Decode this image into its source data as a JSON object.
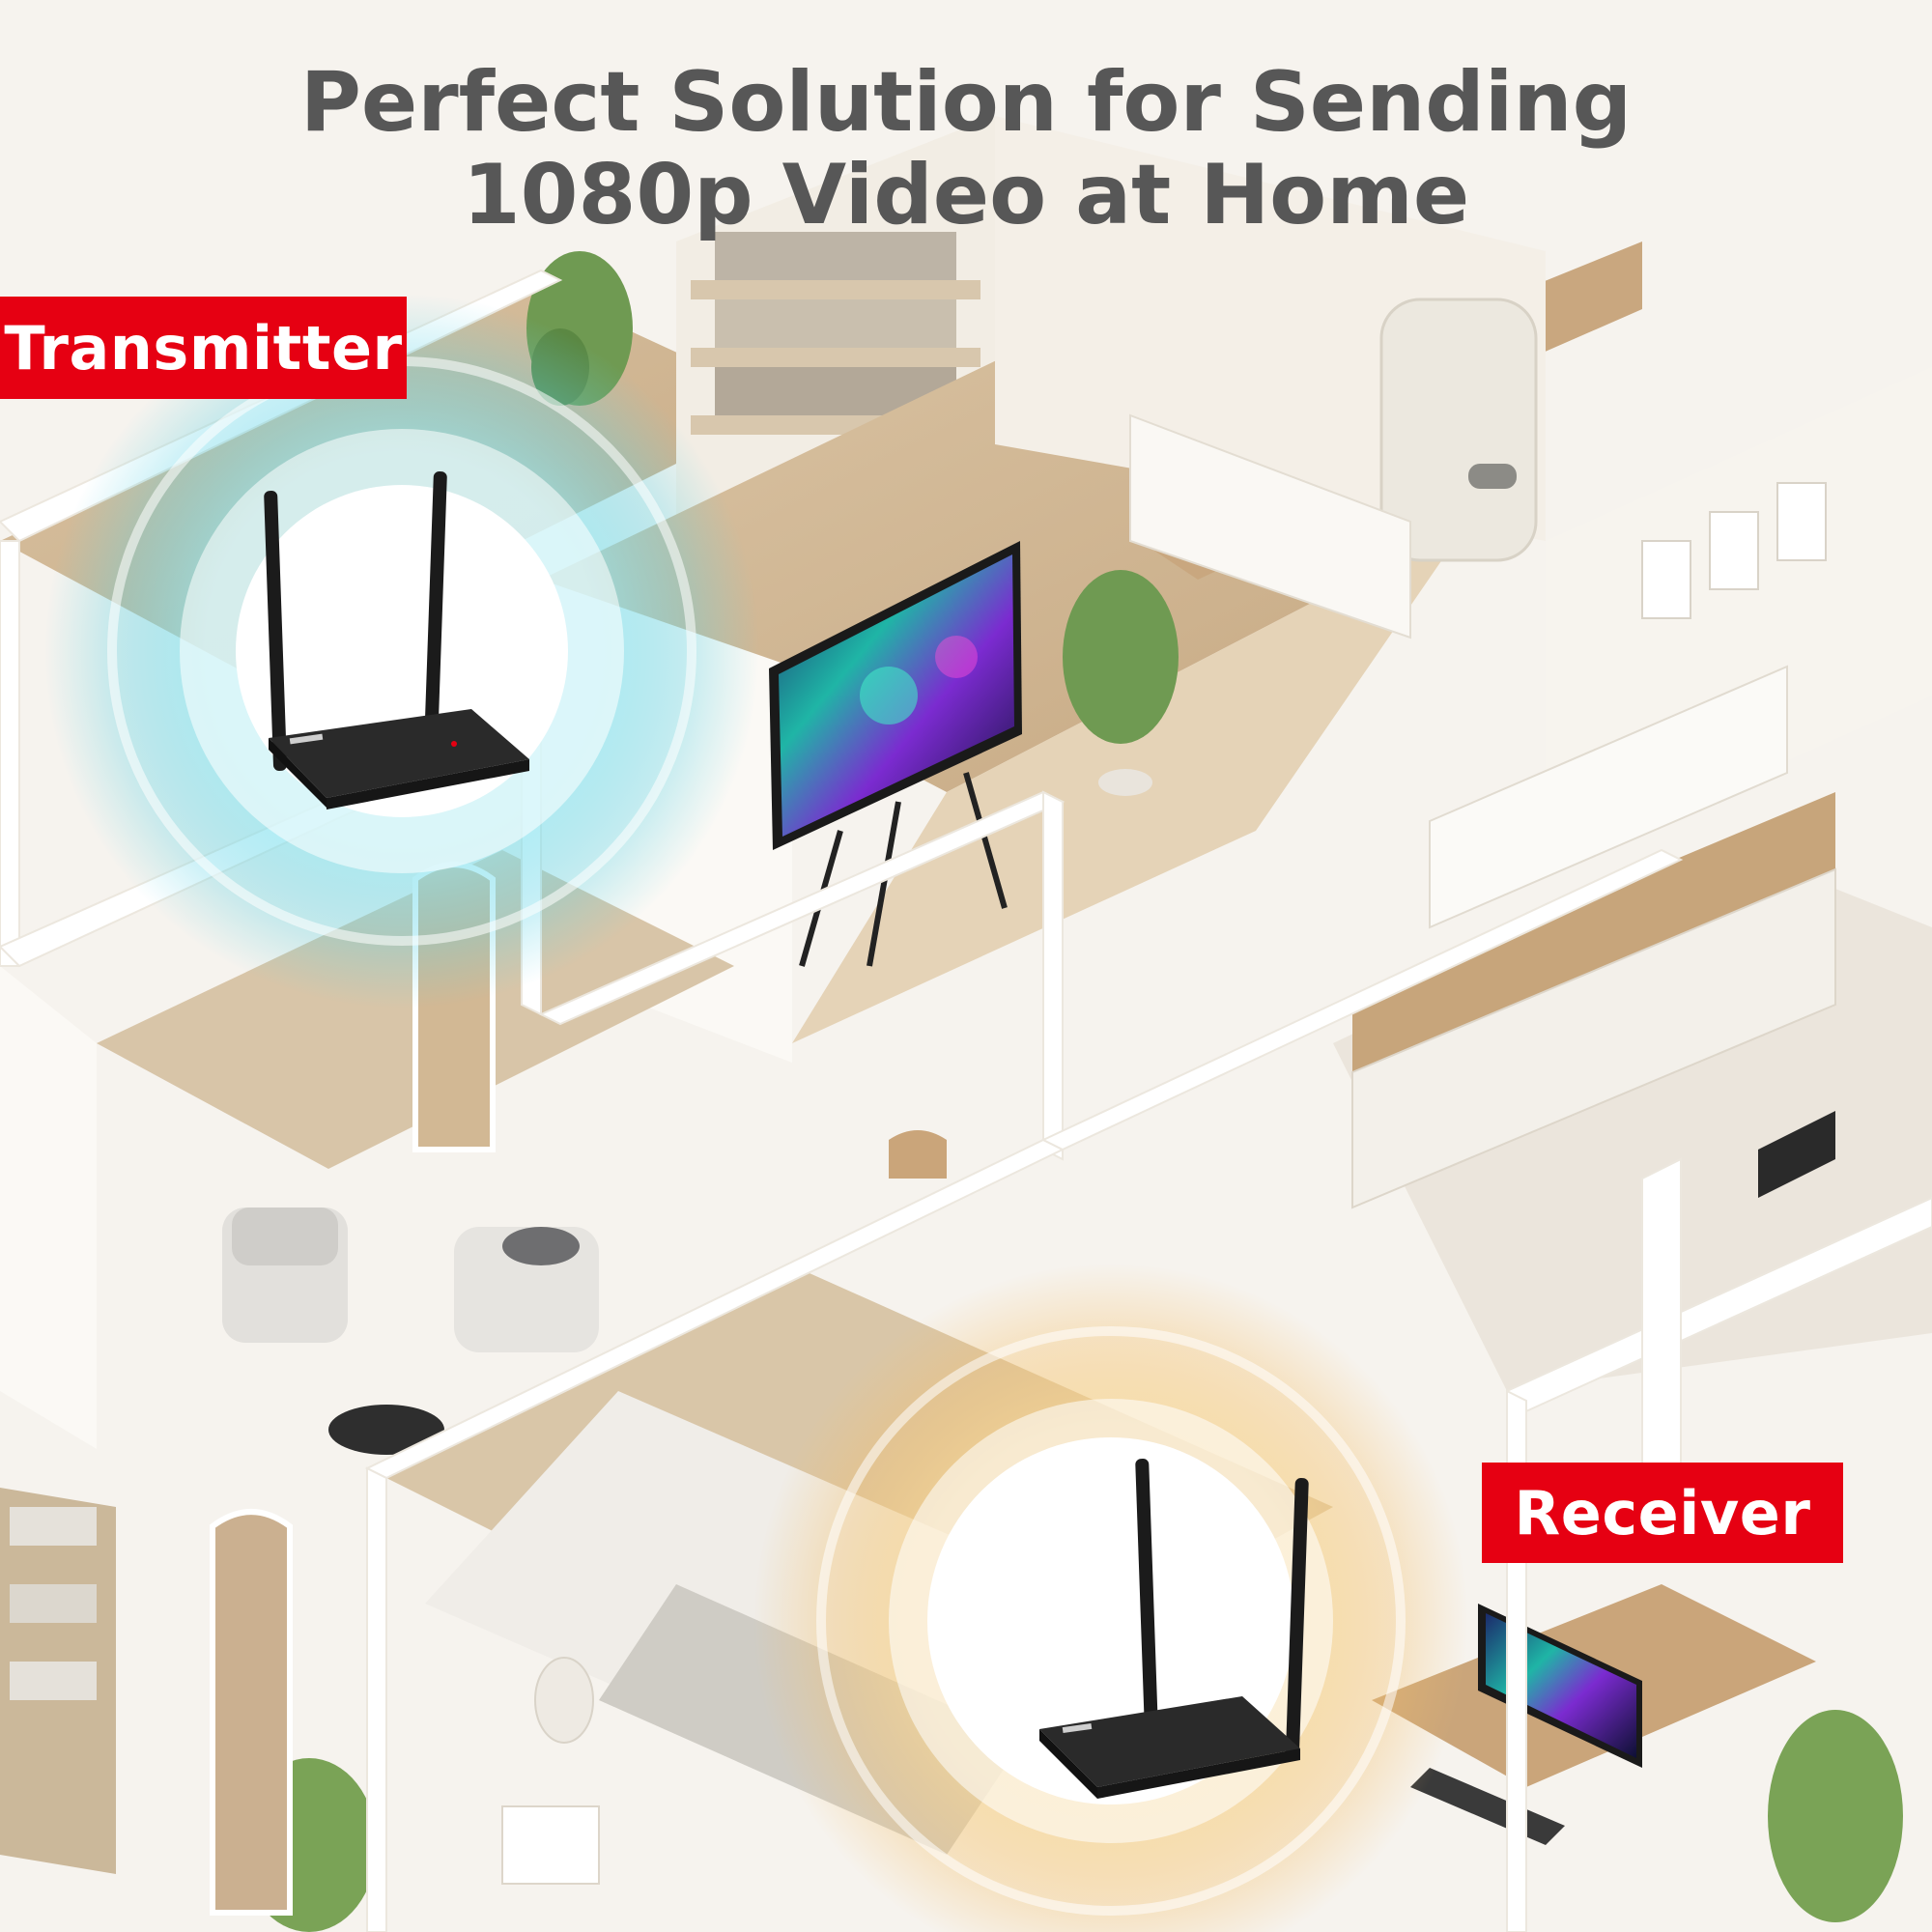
{
  "headline": {
    "line1": "Perfect Solution for Sending",
    "line2": "1080p Video at Home"
  },
  "labels": {
    "transmitter": "Transmitter",
    "receiver": "Receiver"
  },
  "colors": {
    "label_background": "#e60012",
    "label_text": "#ffffff",
    "headline_text": "#575757",
    "transmitter_signal": "#5fd3e6",
    "receiver_signal": "#f4c06a",
    "device_body": "#1b1b1b"
  },
  "icons": {
    "transmitter_device": "wireless-transmitter-icon",
    "receiver_device": "wireless-receiver-icon"
  }
}
